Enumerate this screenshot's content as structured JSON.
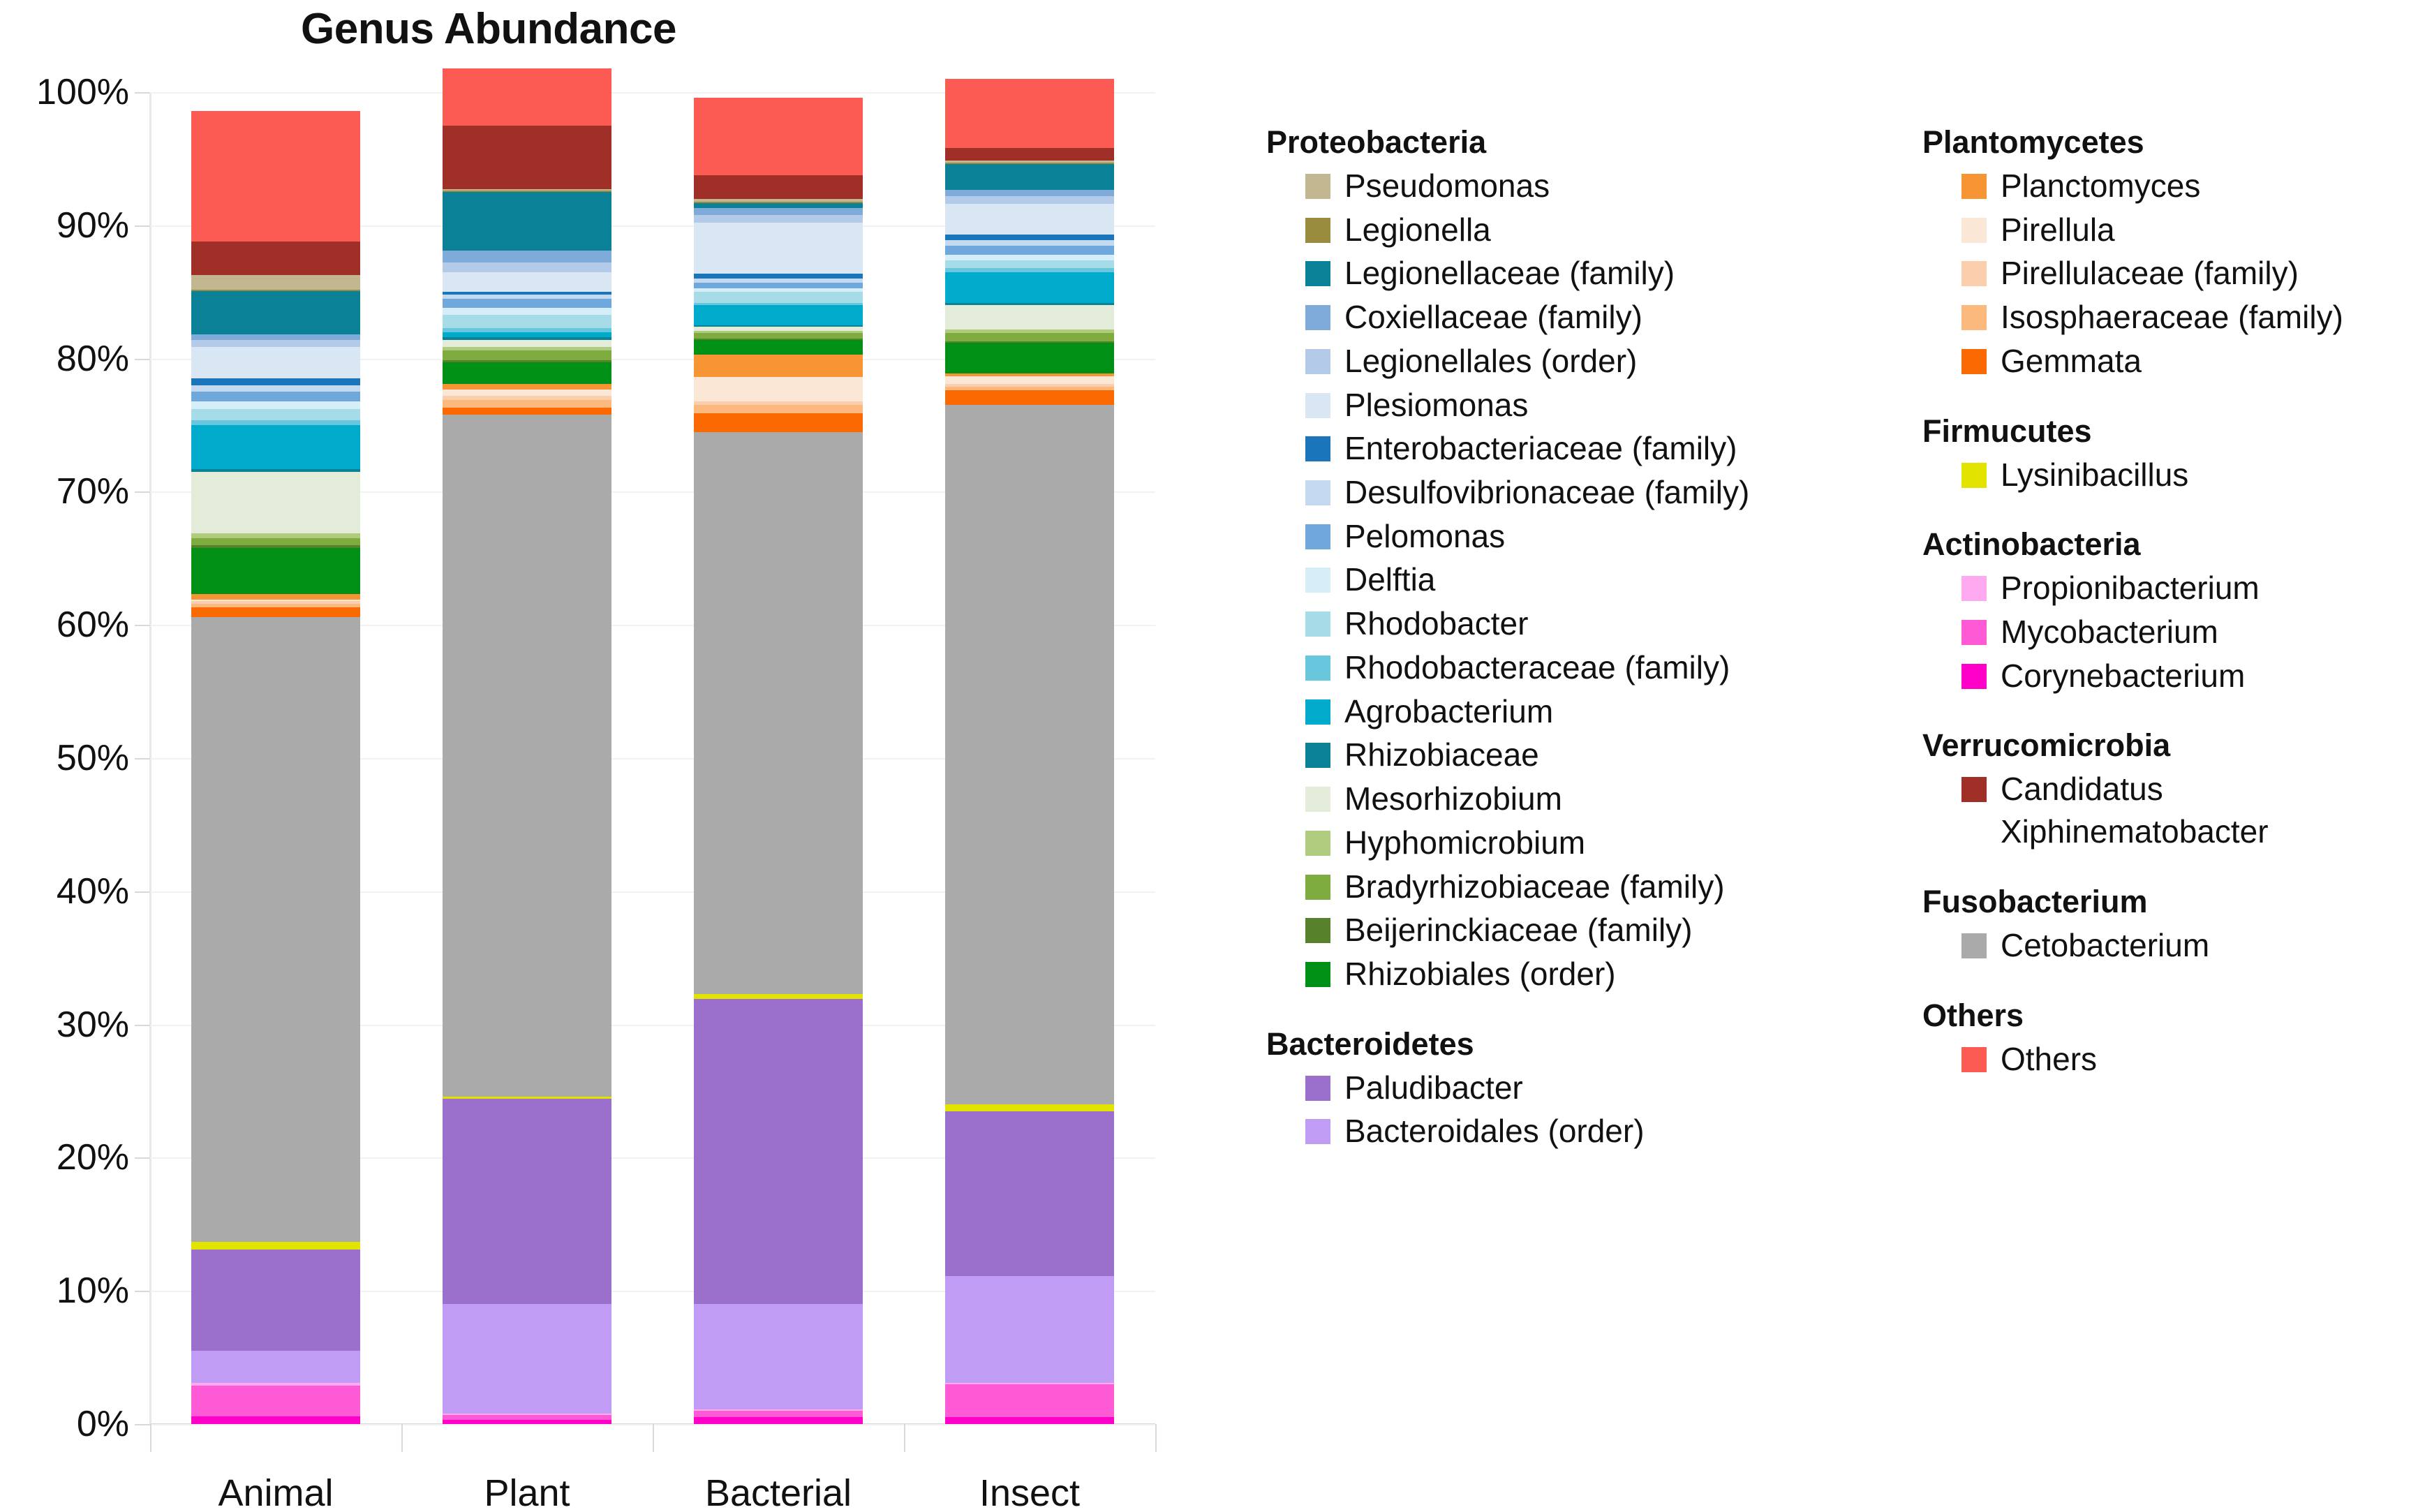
{
  "chart": {
    "title": "Genus Abundance"
  },
  "axes": {
    "y_ticks": [
      "100%",
      "90%",
      "80%",
      "70%",
      "60%",
      "50%",
      "40%",
      "30%",
      "20%",
      "10%",
      "0%"
    ],
    "x_categories": [
      "Animal",
      "Plant",
      "Bacterial",
      "Insect"
    ]
  },
  "legend": {
    "columns": [
      {
        "groups": [
          {
            "title": "Proteobacteria",
            "items": [
              {
                "label": "Pseudomonas",
                "color": "#c3b791"
              },
              {
                "label": "Legionella",
                "color": "#9a8c3f"
              },
              {
                "label": "Legionellaceae (family)",
                "color": "#0a8196"
              },
              {
                "label": "Coxiellaceae (family)",
                "color": "#7eabd9"
              },
              {
                "label": "Legionellales (order)",
                "color": "#b3cbe8"
              },
              {
                "label": "Plesiomonas",
                "color": "#d9e6f4"
              },
              {
                "label": "Enterobacteriaceae (family)",
                "color": "#1b75bb"
              },
              {
                "label": "Desulfovibrionaceae (family)",
                "color": "#c3d9f0"
              },
              {
                "label": "Pelomonas",
                "color": "#6fa8dc"
              },
              {
                "label": "Delftia",
                "color": "#d6eef7"
              },
              {
                "label": "Rhodobacter",
                "color": "#a6dbe8"
              },
              {
                "label": "Rhodobacteraceae (family)",
                "color": "#68c6dd"
              },
              {
                "label": "Agrobacterium",
                "color": "#00aacb"
              },
              {
                "label": "Rhizobiaceae",
                "color": "#0a8196"
              },
              {
                "label": "Mesorhizobium",
                "color": "#e3ecd8"
              },
              {
                "label": "Hyphomicrobium",
                "color": "#aecb7e"
              },
              {
                "label": "Bradyrhizobiaceae (family)",
                "color": "#7eac3f"
              },
              {
                "label": "Beijerinckiaceae (family)",
                "color": "#57812b"
              },
              {
                "label": "Rhizobiales (order)",
                "color": "#009016"
              }
            ]
          },
          {
            "title": "Bacteroidetes",
            "items": [
              {
                "label": "Paludibacter",
                "color": "#9b6fcc"
              },
              {
                "label": "Bacteroidales (order)",
                "color": "#c19cf5"
              }
            ]
          }
        ]
      },
      {
        "groups": [
          {
            "title": "Plantomycetes",
            "items": [
              {
                "label": "Planctomyces",
                "color": "#f79433"
              },
              {
                "label": "Pirellula",
                "color": "#fbe7d6"
              },
              {
                "label": "Pirellulaceae (family)",
                "color": "#fbcfae"
              },
              {
                "label": "Isosphaeraceae (family)",
                "color": "#fbb97e"
              },
              {
                "label": "Gemmata",
                "color": "#fb6a02"
              }
            ]
          },
          {
            "title": "Firmucutes",
            "items": [
              {
                "label": "Lysinibacillus",
                "color": "#e3e300"
              }
            ]
          },
          {
            "title": "Actinobacteria",
            "items": [
              {
                "label": "Propionibacterium",
                "color": "#ffaaf0"
              },
              {
                "label": "Mycobacterium",
                "color": "#ff5ad5"
              },
              {
                "label": "Corynebacterium",
                "color": "#ff00c8"
              }
            ]
          },
          {
            "title": "Verrucomicrobia",
            "items": [
              {
                "label": "Candidatus\nXiphinematobacter",
                "color": "#a03027"
              }
            ]
          },
          {
            "title": "Fusobacterium",
            "items": [
              {
                "label": "Cetobacterium",
                "color": "#aaaaaa"
              }
            ]
          },
          {
            "title": "Others",
            "items": [
              {
                "label": "Others",
                "color": "#fc5b53"
              }
            ]
          }
        ]
      }
    ]
  },
  "chart_data": {
    "type": "bar",
    "stacked": true,
    "title": "Genus Abundance",
    "xlabel": "",
    "ylabel": "",
    "ylim": [
      0,
      100
    ],
    "grid": true,
    "legend_position": "right",
    "categories": [
      "Animal",
      "Plant",
      "Bacterial",
      "Insect"
    ],
    "series": [
      {
        "name": "Corynebacterium",
        "color": "#ff00c8",
        "values": [
          0.6,
          0.3,
          0.5,
          0.5
        ]
      },
      {
        "name": "Mycobacterium",
        "color": "#ff5ad5",
        "values": [
          2.3,
          0.4,
          0.5,
          2.5
        ]
      },
      {
        "name": "Propionibacterium",
        "color": "#ffaaf0",
        "values": [
          0.2,
          0.1,
          0.1,
          0.1
        ]
      },
      {
        "name": "Bacteroidales (order)",
        "color": "#c19cf5",
        "values": [
          2.4,
          8.2,
          7.9,
          8.0
        ]
      },
      {
        "name": "Paludibacter",
        "color": "#9b6fcc",
        "values": [
          7.6,
          15.4,
          22.9,
          12.4
        ]
      },
      {
        "name": "Lysinibacillus",
        "color": "#e3e300",
        "values": [
          0.6,
          0.2,
          0.4,
          0.5
        ]
      },
      {
        "name": "Cetobacterium",
        "color": "#aaaaaa",
        "values": [
          46.9,
          51.2,
          42.2,
          52.5
        ]
      },
      {
        "name": "Gemmata",
        "color": "#fb6a02",
        "values": [
          0.7,
          0.5,
          1.4,
          1.1
        ]
      },
      {
        "name": "Isosphaeraceae (family)",
        "color": "#fbb97e",
        "values": [
          0.3,
          0.6,
          0.6,
          0.3
        ]
      },
      {
        "name": "Pirellulaceae (family)",
        "color": "#fbcfae",
        "values": [
          0.2,
          0.3,
          0.3,
          0.2
        ]
      },
      {
        "name": "Pirellula",
        "color": "#fbe7d6",
        "values": [
          0.1,
          0.5,
          1.8,
          0.6
        ]
      },
      {
        "name": "Planctomyces",
        "color": "#f79433",
        "values": [
          0.4,
          0.4,
          1.7,
          0.2
        ]
      },
      {
        "name": "Rhizobiales (order)",
        "color": "#009016",
        "values": [
          3.5,
          1.6,
          1.1,
          2.3
        ]
      },
      {
        "name": "Beijerinckiaceae (family)",
        "color": "#57812b",
        "values": [
          0.2,
          0.2,
          0.1,
          0.1
        ]
      },
      {
        "name": "Bradyrhizobiaceae (family)",
        "color": "#7eac3f",
        "values": [
          0.5,
          0.7,
          0.4,
          0.6
        ]
      },
      {
        "name": "Hyphomicrobium",
        "color": "#aecb7e",
        "values": [
          0.4,
          0.3,
          0.2,
          0.3
        ]
      },
      {
        "name": "Mesorhizobium",
        "color": "#e3ecd8",
        "values": [
          4.6,
          0.5,
          0.3,
          1.8
        ]
      },
      {
        "name": "Rhizobiaceae",
        "color": "#0a8196",
        "values": [
          0.2,
          0.2,
          0.1,
          0.2
        ]
      },
      {
        "name": "Agrobacterium",
        "color": "#00aacb",
        "values": [
          3.3,
          0.4,
          1.5,
          2.3
        ]
      },
      {
        "name": "Rhodobacteraceae (family)",
        "color": "#68c6dd",
        "values": [
          0.4,
          0.3,
          0.2,
          0.3
        ]
      },
      {
        "name": "Rhodobacter",
        "color": "#a6dbe8",
        "values": [
          0.8,
          1.0,
          0.8,
          0.6
        ]
      },
      {
        "name": "Delftia",
        "color": "#d6eef7",
        "values": [
          0.6,
          0.5,
          0.3,
          0.4
        ]
      },
      {
        "name": "Pelomonas",
        "color": "#6fa8dc",
        "values": [
          0.7,
          0.7,
          0.4,
          0.7
        ]
      },
      {
        "name": "Desulfovibrionaceae (family)",
        "color": "#c3d9f0",
        "values": [
          0.5,
          0.3,
          0.3,
          0.4
        ]
      },
      {
        "name": "Enterobacteriaceae (family)",
        "color": "#1b75bb",
        "values": [
          0.5,
          0.2,
          0.4,
          0.4
        ]
      },
      {
        "name": "Plesiomonas",
        "color": "#d9e6f4",
        "values": [
          2.4,
          1.5,
          3.8,
          2.3
        ]
      },
      {
        "name": "Legionellales (order)",
        "color": "#b3cbe8",
        "values": [
          0.5,
          0.7,
          0.6,
          0.6
        ]
      },
      {
        "name": "Coxiellaceae (family)",
        "color": "#7eabd9",
        "values": [
          0.4,
          0.9,
          0.5,
          0.5
        ]
      },
      {
        "name": "Legionellaceae (family)",
        "color": "#0a8196",
        "values": [
          3.3,
          4.4,
          0.4,
          1.9
        ]
      },
      {
        "name": "Legionella",
        "color": "#9a8c3f",
        "values": [
          0.1,
          0.1,
          0.1,
          0.1
        ]
      },
      {
        "name": "Pseudomonas",
        "color": "#c3b791",
        "values": [
          1.1,
          0.1,
          0.2,
          0.2
        ]
      },
      {
        "name": "Candidatus Xiphinematobacter",
        "color": "#a03027",
        "values": [
          2.5,
          4.8,
          1.8,
          0.9
        ]
      },
      {
        "name": "Others",
        "color": "#fc5b53",
        "values": [
          9.8,
          4.3,
          5.8,
          5.2
        ]
      }
    ]
  }
}
